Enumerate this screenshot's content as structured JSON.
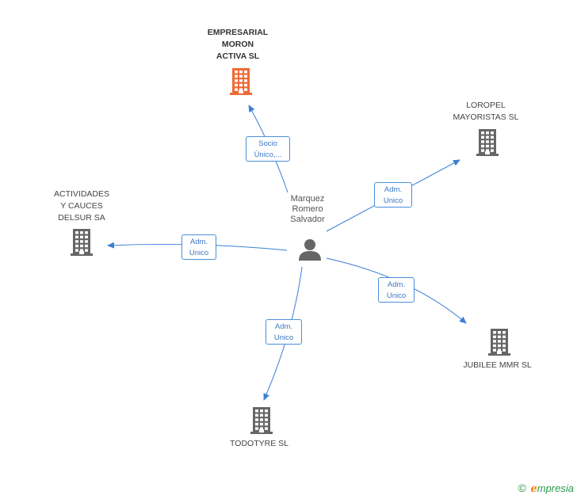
{
  "colors": {
    "edge": "#3a7fd5",
    "icon_gray": "#666666",
    "icon_main": "#f06a35"
  },
  "person": {
    "label": "Marquez\nRomero\nSalvador",
    "icon": "person-icon"
  },
  "companies": [
    {
      "id": "empresarial",
      "label": "EMPRESARIAL\nMORON\nACTIVA SL",
      "main": true,
      "icon": "building-icon"
    },
    {
      "id": "loropel",
      "label": "LOROPEL\nMAYORISTAS SL",
      "main": false,
      "icon": "building-icon"
    },
    {
      "id": "actividades",
      "label": "ACTIVIDADES\nY CAUCES\nDELSUR SA",
      "main": false,
      "icon": "building-icon"
    },
    {
      "id": "jubilee",
      "label": "JUBILEE MMR SL",
      "main": false,
      "icon": "building-icon"
    },
    {
      "id": "todotyre",
      "label": "TODOTYRE SL",
      "main": false,
      "icon": "building-icon"
    }
  ],
  "edges": [
    {
      "to": "empresarial",
      "label": "Socio\nÚnico,..."
    },
    {
      "to": "loropel",
      "label": "Adm.\nUnico"
    },
    {
      "to": "actividades",
      "label": "Adm.\nUnico"
    },
    {
      "to": "jubilee",
      "label": "Adm.\nUnico"
    },
    {
      "to": "todotyre",
      "label": "Adm.\nUnico"
    }
  ],
  "brand": {
    "copyright": "©",
    "first_letter": "e",
    "rest": "mpresia"
  }
}
